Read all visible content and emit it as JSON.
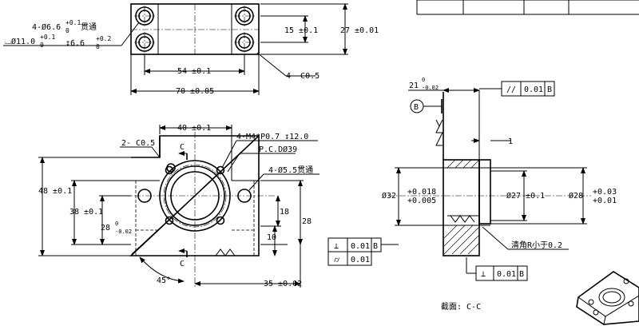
{
  "top_view": {
    "hole_callout_1": "4-Ø6.6",
    "hole_callout_1_upper": "+0.1",
    "hole_callout_1_lower": "0",
    "hole_callout_1_suffix": "贯通",
    "hole_callout_2": "⌴Ø11.0",
    "hole_callout_2_upper": "+0.1",
    "hole_callout_2_lower": "0",
    "hole_callout_2_depth": "↧6.6",
    "hole_callout_2_depth_upper": "+0.2",
    "hole_callout_2_depth_lower": "0",
    "dim_15": "15 ±0.1",
    "dim_27": "27 ±0.01",
    "dim_54": "54 ±0.1",
    "dim_70": "70 ±0.05",
    "chamfer": "4- C0.5"
  },
  "front_view": {
    "dim_40": "40 ±0.1",
    "chamfer": "2- C0.5",
    "section_label_top": "C",
    "section_label_bottom": "C",
    "thread_callout": "4-M4*P0.7 ↧12.0",
    "pcd_callout": "P.C.DØ39",
    "hole_callout": "4-Ø5.5贯通",
    "dim_48": "48 ±0.1",
    "dim_38": "38 ±0.1",
    "dim_28_left": "28",
    "dim_28_left_upper": "0",
    "dim_28_left_lower": "-0.02",
    "dim_18": "18",
    "dim_28_right": "28",
    "dim_10": "10",
    "dim_35": "35 ±0.02",
    "angle": "45°"
  },
  "section_view": {
    "dim_21": "21",
    "dim_21_upper": "0",
    "dim_21_lower": "-0.02",
    "datum_b": "B",
    "parallel_symbol": "//",
    "parallel_tol": "0.01",
    "parallel_datum": "B",
    "dim_1": "1",
    "dim_32": "Ø32",
    "dim_32_upper": "+0.018",
    "dim_32_lower": "+0.005",
    "dim_27": "Ø27 ±0.1",
    "dim_28": "Ø28",
    "dim_28_upper": "+0.03",
    "dim_28_lower": "+0.01",
    "perp_symbol": "⊥",
    "perp_tol": "0.01",
    "perp_datum": "B",
    "cyl_symbol": "⌭",
    "cyl_tol": "0.01",
    "corner_note": "清角R小于0.2",
    "perp2_symbol": "⊥",
    "perp2_tol": "0.01",
    "perp2_datum": "B",
    "section_caption": "截面: C-C"
  }
}
